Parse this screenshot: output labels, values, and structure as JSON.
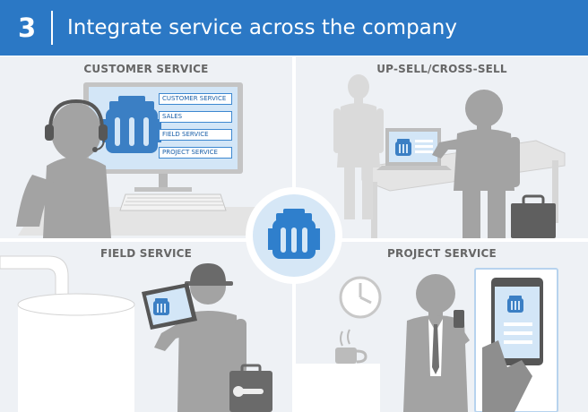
{
  "header": {
    "step_number": "3",
    "title": "Integrate service across the company"
  },
  "panels": {
    "customer_service": {
      "title": "CUSTOMER SERVICE",
      "menu_items": [
        "CUSTOMER SERVICE",
        "SALES",
        "FIELD SERVICE",
        "PROJECT SERVICE"
      ]
    },
    "upsell": {
      "title": "UP-SELL/CROSS-SELL"
    },
    "field_service": {
      "title": "FIELD SERVICE"
    },
    "project_service": {
      "title": "PROJECT SERVICE"
    }
  },
  "icons": {
    "hub": "dynamics-service-icon",
    "headset": "headset-icon",
    "clock": "clock-icon",
    "coffee": "coffee-cup-icon",
    "toolbox": "toolbox-icon",
    "briefcase": "briefcase-icon"
  },
  "colors": {
    "header": "#2b78c5",
    "panel_background": "#eef1f5",
    "figure_gray": "#a3a3a3",
    "screen_blue": "#d3e6f7",
    "accent_blue": "#2f7fcc"
  }
}
